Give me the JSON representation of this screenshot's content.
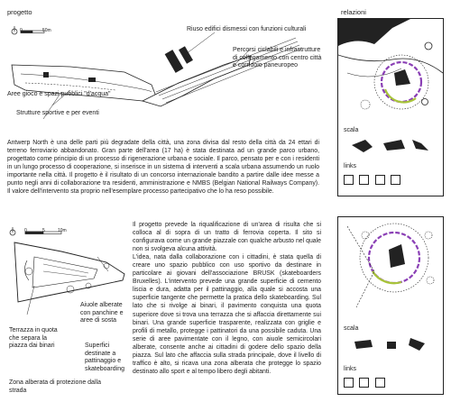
{
  "header": {
    "title": "progetto",
    "relations": "relazioni"
  },
  "plan_top": {
    "scale_labels": [
      "0",
      "50m"
    ],
    "annotations": {
      "disused_buildings": "Riuso edifici dismessi con funzioni culturali",
      "paths": "Percorsi ciclabili e infrastrutture di collegamento con centro città e corridoio paneuropeo",
      "play": "Aree gioco e spazi pubblici \"d'acqua\"",
      "sport": "Strutture sportive e per eventi"
    }
  },
  "text_top": "Antwerp North è una delle parti più degradate della città, una zona divisa dal resto della città da 24 ettari di terreno ferroviario abbandonato. Gran parte dell'area (17 ha) è stata destinata ad un grande parco urbano, progettato come principio di un processo di rigenerazione urbana e sociale. Il parco, pensato per e con i residenti in un lungo processo di cooperazione, si inserisce in un sistema di interventi a scala urbana assumendo un ruolo importante nella città. Il progetto è il risultato di un concorso internazionale bandito a partire dalle idee messe a punto negli anni di collaborazione tra residenti, amministrazione e NMBS (Belgian National Railways Company). Il valore dell'intervento sta proprio nell'esemplare processo partecipativo che lo ha reso possibile.",
  "plan_bottom": {
    "scale_labels": [
      "0",
      "5",
      "10m"
    ],
    "annotations": {
      "flowerbeds": "Aiuole alberate con panchine e aree di sosta",
      "terrace": "Terrazza in quota che separa la piazza dai binari",
      "surfaces": "Superfici destinate a pattinaggio e skateboarding",
      "tree_zone": "Zona alberata di protezione dalla strada"
    }
  },
  "text_bottom": [
    "Il progetto prevede la riqualificazione di un'area di risulta che si colloca al di sopra di un tratto di ferrovia coperta. Il sito si configurava come un grande piazzale con qualche arbusto nel quale non si svolgeva alcuna attività.",
    "L'idea, nata dalla collaborazione con i cittadini, è stata quella di creare uno spazio pubblico con uso sportivo da destinare in particolare ai giovani dell'associazione BRUSK (skateboarders Bruxelles). L'intervento prevede una grande superficie di cemento liscia e dura, adatta per il pattinaggio, alla quale si accosta una superficie tangente che permette la pratica dello skateboarding. Sul lato che si rivolge ai binari, il pavimento conquista una quota superiore dove si trova una terrazza che si affaccia direttamente sui binari. Una grande superficie trasparente, realizzata con griglie e profili di metallo, protegge i pattinatori da una possibile caduta. Una serie di aree pavimentate con il legno, con aiuole semicircolari alberate, consente anche ai cittadini di godere dello spazio della piazza. Sul lato che affaccia sulla strada principale, dove il livello di traffico è alto, si ricava una zona alberata che protegge lo spazio destinato allo sport e al tempo libero degli abitanti."
  ],
  "sidebar_top": {
    "scala": "scala",
    "links": "links"
  },
  "sidebar_bottom": {
    "scala": "scala",
    "links": "links"
  },
  "colors": {
    "accent_purple": "#8a3fb5",
    "accent_green": "#a8c43a",
    "line": "#222222"
  }
}
